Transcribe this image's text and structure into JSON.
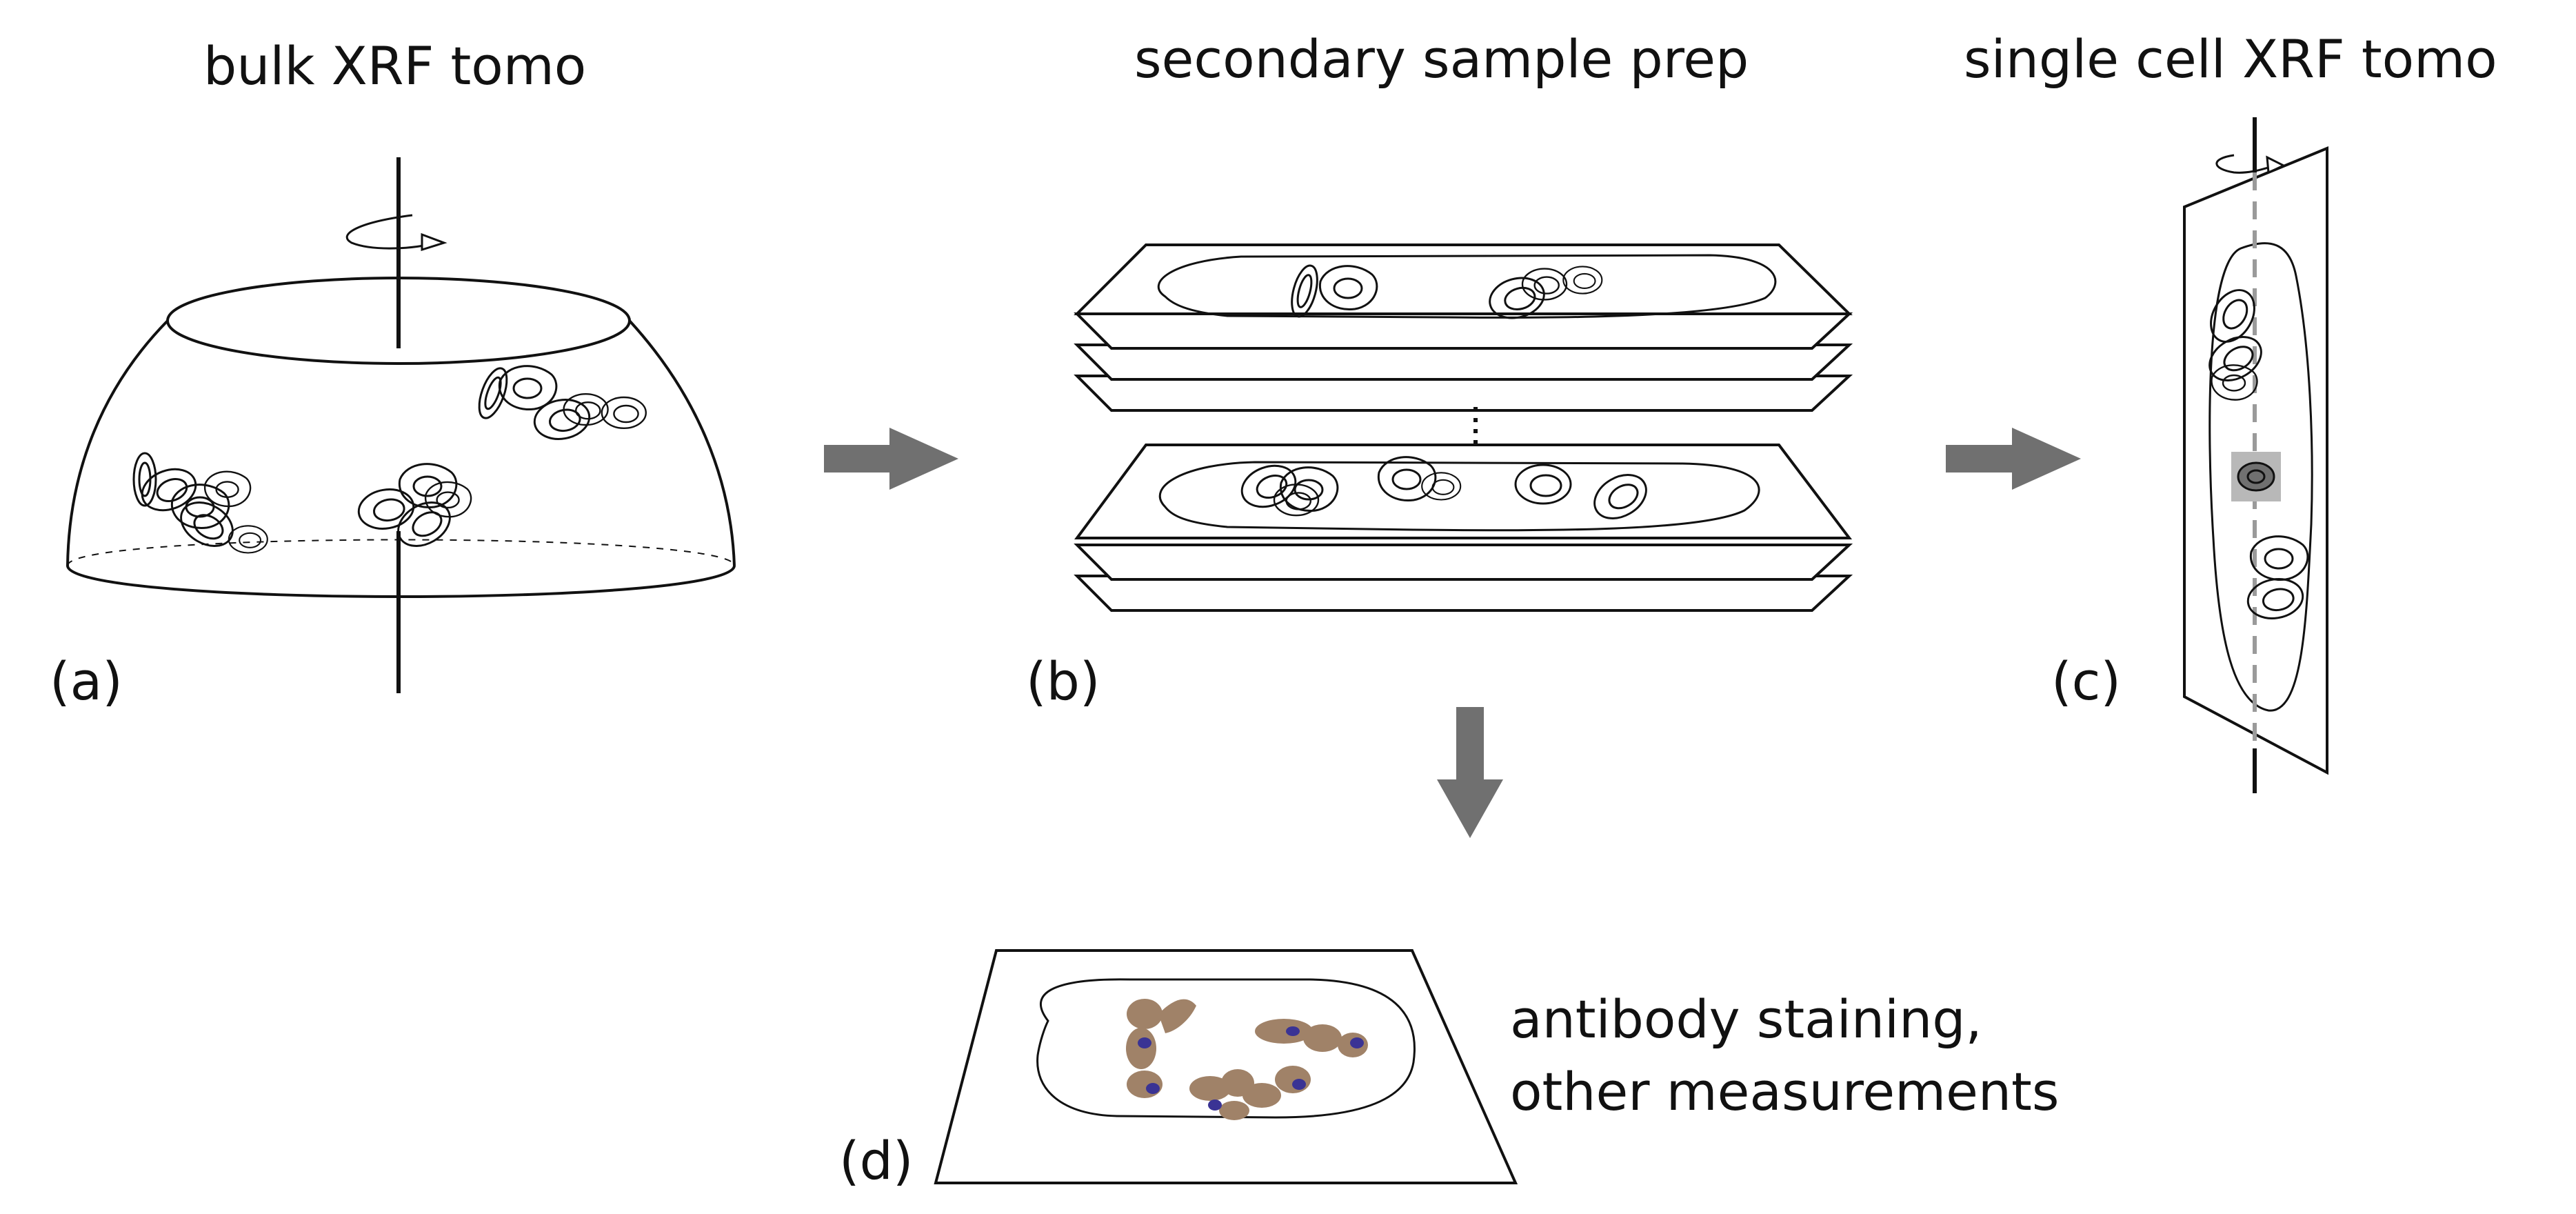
{
  "titles": {
    "bulk": "bulk XRF tomo",
    "secondary": "secondary sample prep",
    "single_cell": "single cell XRF tomo"
  },
  "panel_labels": {
    "a": "(a)",
    "b": "(b)",
    "c": "(c)",
    "d": "(d)"
  },
  "note": {
    "line1": "antibody staining,",
    "line2": "other measurements"
  },
  "colors": {
    "ink": "#111111",
    "arrow": "#707070",
    "cell_fill": "#a08268",
    "nucleus_fill": "#3a3394",
    "highlight_box": "#b8b8b8",
    "dashed_axis": "#9a9a9a"
  }
}
